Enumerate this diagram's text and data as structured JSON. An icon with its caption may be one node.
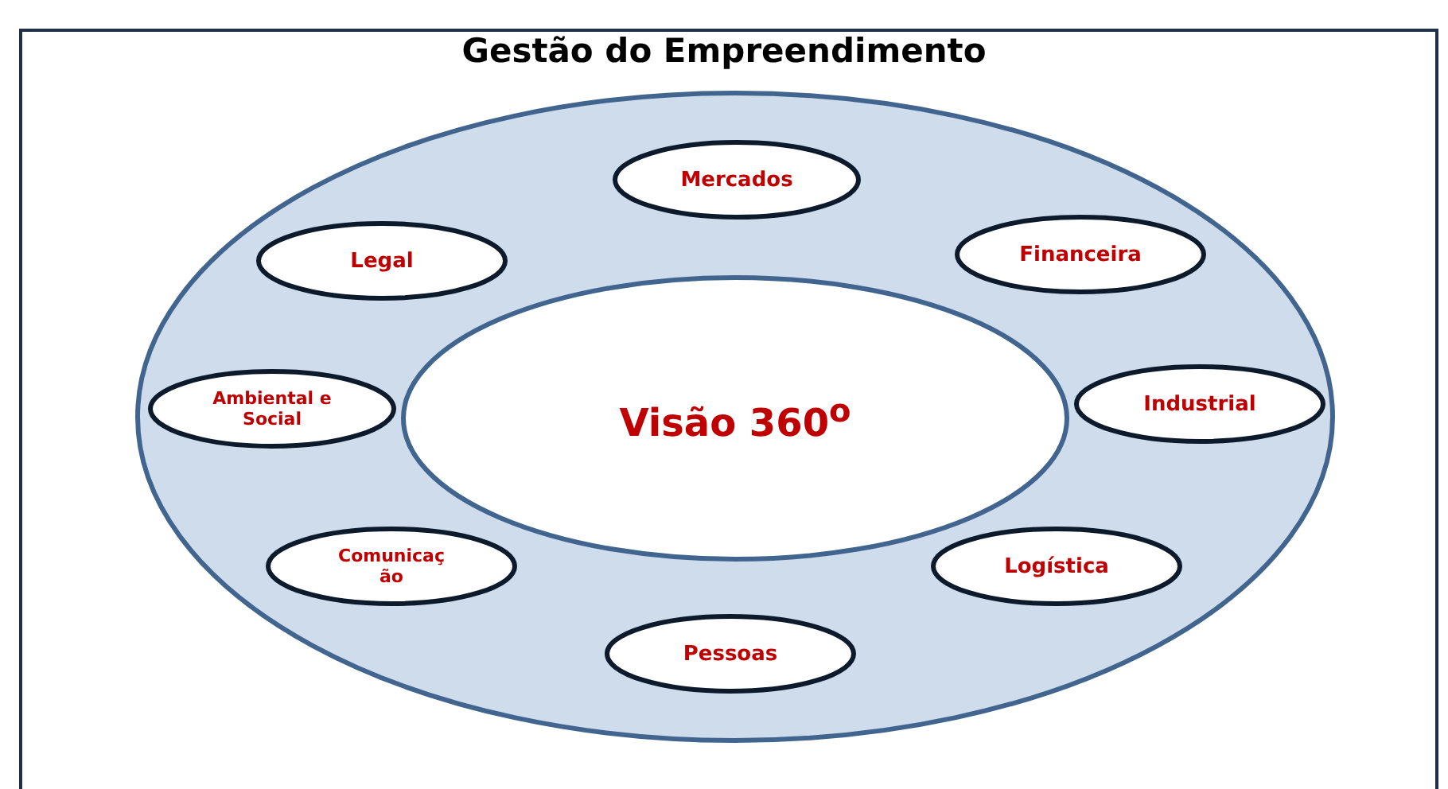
{
  "diagram": {
    "title": "Gestão do Empreendimento",
    "nodes": [
      {
        "text": [],
        "shape": "circle"
      },
      {
        "text": [
          "Mercados"
        ],
        "in": 0
      },
      {
        "text": [
          "Legal"
        ],
        "in": 0
      },
      {
        "text": [
          "Financeira"
        ],
        "in": 0
      },
      {
        "text": [
          "Ambiental e Social"
        ],
        "in": 0
      },
      {
        "text": [
          "Visão 360$^{o}$"
        ],
        "in": 0
      },
      {
        "text": [
          "Industrial"
        ],
        "in": 0
      },
      {
        "text": [
          "Comunicação"
        ],
        "in": 0
      },
      {
        "text": [
          "Logística"
        ],
        "in": 0
      },
      {
        "text": [
          "Pessoas"
        ],
        "in": 0
      }
    ]
  }
}
